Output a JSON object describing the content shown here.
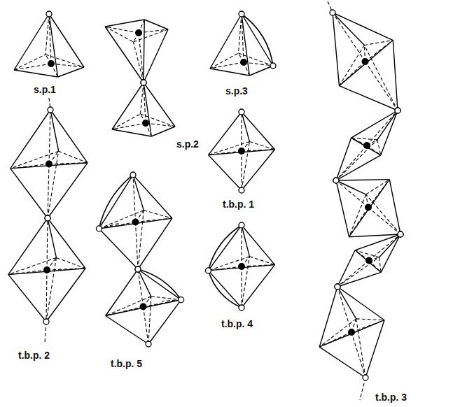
{
  "diagram": {
    "labels": [
      "s.p.1",
      "s.p.2",
      "s.p.3",
      "t.b.p. 1",
      "t.b.p. 2",
      "t.b.p. 5",
      "t.b.p. 4",
      "t.b.p. 3"
    ]
  }
}
